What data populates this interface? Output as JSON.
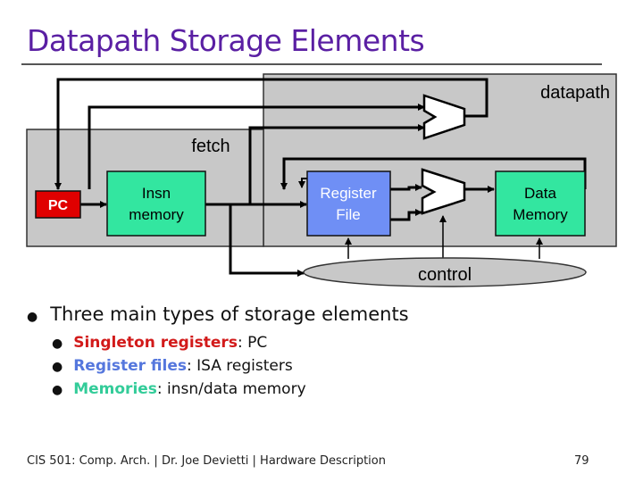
{
  "slide": {
    "title": "Datapath Storage Elements"
  },
  "diagram": {
    "datapath_label": "datapath",
    "fetch_label": "fetch",
    "pc_label": "PC",
    "insn_memory_label": [
      "Insn",
      "memory"
    ],
    "register_file_label": [
      "Register",
      "File"
    ],
    "data_memory_label": [
      "Data",
      "Memory"
    ],
    "control_label": "control",
    "colors": {
      "green_box": "#33e6a0",
      "register_box": "#6f8ff5",
      "pc_box": "#e00000",
      "panel_gray": "#c8c8c8"
    }
  },
  "bullets": {
    "main": "Three main types of storage elements",
    "items": [
      {
        "highlight": "Singleton registers",
        "rest": ": PC",
        "color": "#d21a1a"
      },
      {
        "highlight": "Register files",
        "rest": ": ISA registers",
        "color": "#5577dd"
      },
      {
        "highlight": "Memories",
        "rest": ": insn/data memory",
        "color": "#33cc99"
      }
    ]
  },
  "footer": {
    "left": "CIS 501: Comp. Arch.  |  Dr. Joe Devietti  |  Hardware Description",
    "page": "79"
  }
}
